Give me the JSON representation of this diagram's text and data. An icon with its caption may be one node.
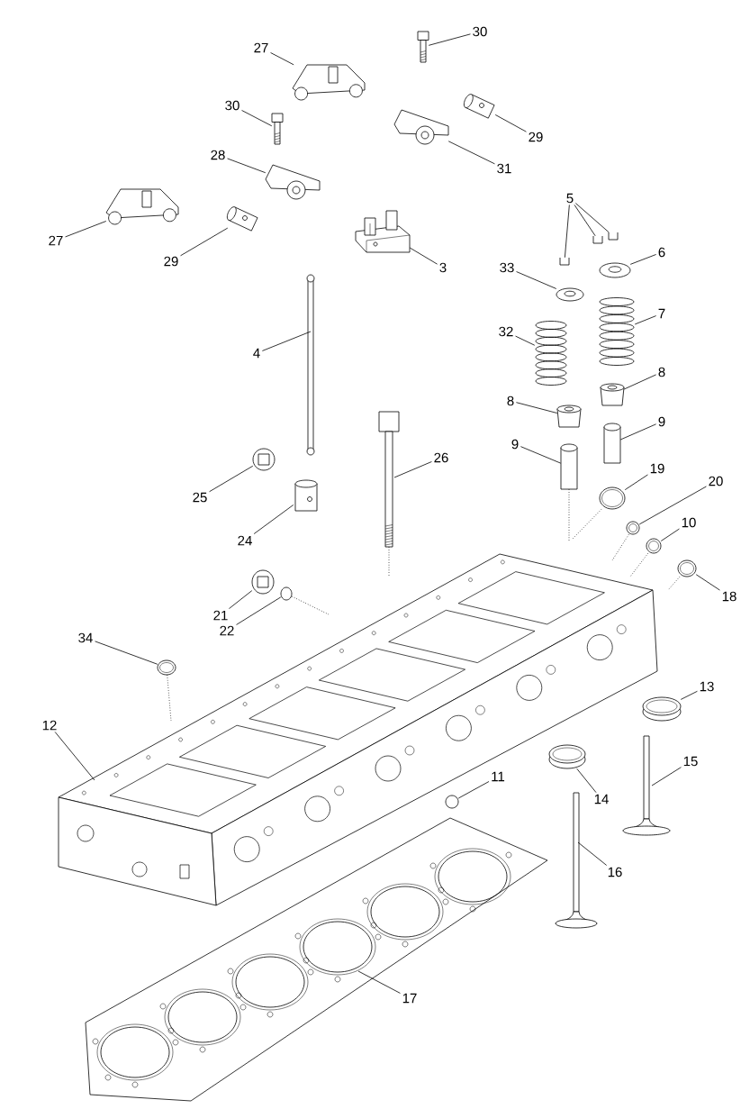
{
  "diagram": {
    "nodes": [
      {
        "text": [
          "30"
        ]
      },
      {
        "text": [],
        "shape": "picture"
      },
      {
        "text": [
          "27"
        ]
      },
      {
        "text": [],
        "shape": "picture"
      },
      {
        "text": [
          "30"
        ]
      },
      {
        "text": [],
        "shape": "picture"
      },
      {
        "text": [
          "29"
        ]
      },
      {
        "text": [],
        "shape": "picture"
      },
      {
        "text": [
          "31"
        ]
      },
      {
        "text": [],
        "shape": "picture"
      },
      {
        "text": [
          "28"
        ]
      },
      {
        "text": [],
        "shape": "picture"
      },
      {
        "text": [
          "5"
        ]
      },
      {
        "text": [],
        "shape": "picture"
      },
      {
        "text": [],
        "shape": "picture"
      },
      {
        "text": [],
        "shape": "picture"
      },
      {
        "text": [
          "27"
        ]
      },
      {
        "text": [],
        "shape": "picture"
      },
      {
        "text": [
          "29"
        ]
      },
      {
        "text": [],
        "shape": "picture"
      },
      {
        "text": [
          "3"
        ]
      },
      {
        "text": [],
        "shape": "picture"
      },
      {
        "text": [
          "33"
        ]
      },
      {
        "text": [],
        "shape": "picture"
      },
      {
        "text": [
          "6"
        ]
      },
      {
        "text": [],
        "shape": "picture"
      },
      {
        "text": [
          "32"
        ]
      },
      {
        "text": [],
        "shape": "picture"
      },
      {
        "text": [
          "7"
        ]
      },
      {
        "text": [],
        "shape": "picture"
      },
      {
        "text": [
          "4"
        ]
      },
      {
        "text": [],
        "shape": "bar"
      },
      {
        "text": [
          "8"
        ]
      },
      {
        "text": [],
        "shape": "cylinder"
      },
      {
        "text": [
          "8"
        ]
      },
      {
        "text": [],
        "shape": "cylinder"
      },
      {
        "text": [
          "9"
        ]
      },
      {
        "text": [],
        "shape": "cylinder"
      },
      {
        "text": [
          "9"
        ]
      },
      {
        "text": [],
        "shape": "cylinder"
      },
      {
        "text": [
          "19"
        ]
      },
      {
        "text": [],
        "shape": "picture"
      },
      {
        "text": [
          "26"
        ]
      },
      {
        "text": [],
        "shape": "picture"
      },
      {
        "text": [
          "25"
        ]
      },
      {
        "text": [],
        "shape": "picture"
      },
      {
        "text": [
          "20"
        ]
      },
      {
        "text": [],
        "shape": "picture"
      },
      {
        "text": [
          "24"
        ]
      },
      {
        "text": [],
        "shape": "picture"
      },
      {
        "text": [
          "10"
        ]
      },
      {
        "text": [],
        "shape": "picture"
      },
      {
        "text": [
          "18"
        ]
      },
      {
        "text": [],
        "shape": "picture"
      },
      {
        "text": [
          "21"
        ]
      },
      {
        "text": [],
        "shape": "picture"
      },
      {
        "text": [
          "22"
        ]
      },
      {
        "text": [],
        "shape": "picture"
      },
      {
        "text": [
          "34"
        ]
      },
      {
        "text": [],
        "shape": "picture"
      },
      {
        "text": [
          "13"
        ]
      },
      {
        "text": [],
        "shape": "circle"
      },
      {
        "text": [
          "12"
        ]
      },
      {
        "text": [],
        "shape": "picture"
      },
      {
        "text": [
          "15"
        ]
      },
      {
        "text": [],
        "shape": "picture"
      },
      {
        "text": [
          "11"
        ]
      },
      {
        "text": [],
        "shape": "circle"
      },
      {
        "text": [
          "14"
        ]
      },
      {
        "text": [],
        "shape": "circle"
      },
      {
        "text": [
          "16"
        ]
      },
      {
        "text": [],
        "shape": "picture"
      },
      {
        "text": [
          "17"
        ]
      },
      {
        "text": [],
        "shape": "picture"
      }
    ],
    "edges": [
      {
        "from": 0,
        "to": 1,
        "arrow": "none"
      },
      {
        "from": 2,
        "to": 3,
        "arrow": "none"
      },
      {
        "from": 4,
        "to": 5,
        "arrow": "none"
      },
      {
        "from": 6,
        "to": 7,
        "arrow": "none"
      },
      {
        "from": 8,
        "to": 9,
        "arrow": "none"
      },
      {
        "from": 10,
        "to": 11,
        "arrow": "none"
      },
      {
        "from": 12,
        "to": 13,
        "arrow": "none"
      },
      {
        "from": 12,
        "to": 14,
        "arrow": "none"
      },
      {
        "from": 12,
        "to": 15,
        "arrow": "none"
      },
      {
        "from": 16,
        "to": 17,
        "arrow": "none"
      },
      {
        "from": 18,
        "to": 19,
        "arrow": "none"
      },
      {
        "from": 20,
        "to": 21,
        "arrow": "none"
      },
      {
        "from": 22,
        "to": 23,
        "arrow": "none"
      },
      {
        "from": 24,
        "to": 25,
        "arrow": "none"
      },
      {
        "from": 26,
        "to": 27,
        "arrow": "none"
      },
      {
        "from": 28,
        "to": 29,
        "arrow": "none"
      },
      {
        "from": 30,
        "to": 31,
        "arrow": "none"
      },
      {
        "from": 32,
        "to": 33,
        "arrow": "none"
      },
      {
        "from": 34,
        "to": 35,
        "arrow": "none"
      },
      {
        "from": 36,
        "to": 37,
        "arrow": "none"
      },
      {
        "from": 38,
        "to": 39,
        "arrow": "none"
      },
      {
        "from": 40,
        "to": 41,
        "arrow": "none"
      },
      {
        "from": 42,
        "to": 43,
        "arrow": "none"
      },
      {
        "from": 44,
        "to": 45,
        "arrow": "none"
      },
      {
        "from": 46,
        "to": 47,
        "arrow": "none"
      },
      {
        "from": 48,
        "to": 49,
        "arrow": "none"
      },
      {
        "from": 50,
        "to": 51,
        "arrow": "none"
      },
      {
        "from": 52,
        "to": 53,
        "arrow": "none"
      },
      {
        "from": 54,
        "to": 55,
        "arrow": "none"
      },
      {
        "from": 56,
        "to": 57,
        "arrow": "none"
      },
      {
        "from": 58,
        "to": 59,
        "arrow": "none"
      },
      {
        "from": 60,
        "to": 61,
        "arrow": "none"
      },
      {
        "from": 62,
        "to": 63,
        "arrow": "none"
      },
      {
        "from": 64,
        "to": 65,
        "arrow": "none"
      },
      {
        "from": 66,
        "to": 67,
        "arrow": "none"
      },
      {
        "from": 68,
        "to": 69,
        "arrow": "none"
      },
      {
        "from": 70,
        "to": 71,
        "arrow": "none"
      },
      {
        "from": 72,
        "to": 73,
        "arrow": "none"
      },
      {
        "from": 59,
        "to": 63,
        "arrow": "none",
        "style": "dashed"
      },
      {
        "from": 57,
        "to": 63,
        "arrow": "none",
        "style": "dashed"
      },
      {
        "from": 43,
        "to": 63,
        "arrow": "none",
        "style": "dashed"
      },
      {
        "from": 41,
        "to": 63,
        "arrow": "none",
        "style": "dashed"
      },
      {
        "from": 47,
        "to": 63,
        "arrow": "none",
        "style": "dashed"
      },
      {
        "from": 51,
        "to": 63,
        "arrow": "none",
        "style": "dashed"
      },
      {
        "from": 53,
        "to": 63,
        "arrow": "none",
        "style": "dashed"
      },
      {
        "from": 39,
        "to": 63,
        "arrow": "none",
        "style": "dashed"
      }
    ]
  }
}
